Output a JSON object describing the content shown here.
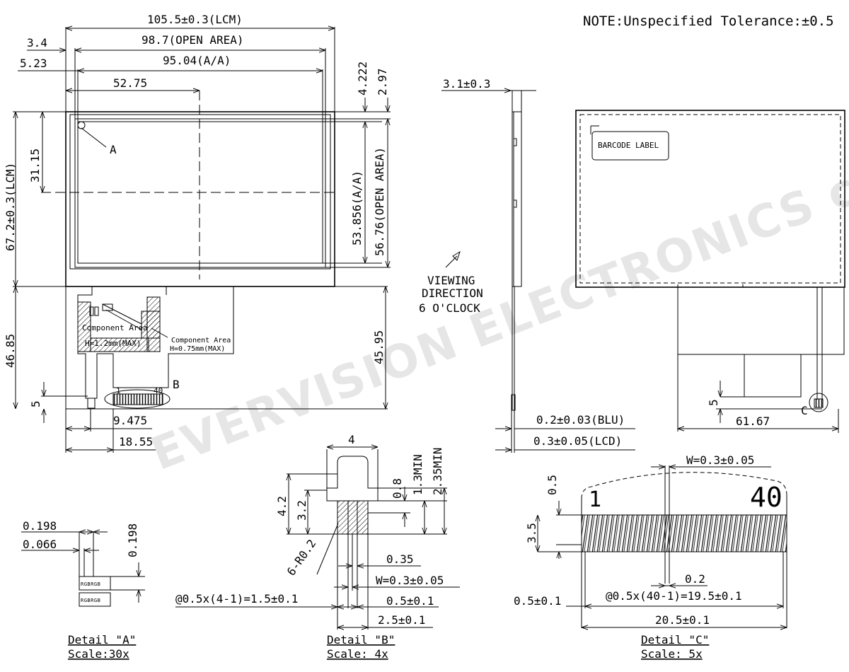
{
  "note": "NOTE:Unspecified Tolerance:±0.5",
  "watermark": "EVERVISION ELECTRONICS co., LTD",
  "front_view": {
    "dims": {
      "lcm_width": "105.5±0.3(LCM)",
      "open_area_width": "98.7(OPEN AREA)",
      "aa_width": "95.04(A/A)",
      "offset_3_4": "3.4",
      "offset_5_23": "5.23",
      "center_52_75": "52.75",
      "top_4_222": "4.222",
      "top_2_97": "2.97",
      "center_31_15": "31.15",
      "lcm_height": "67.2±0.3(LCM)",
      "aa_height": "53.856(A/A)",
      "open_area_height": "56.76(OPEN AREA)",
      "fpc_45_95": "45.95",
      "fpc_46_85": "46.85",
      "fpc_5": "5",
      "fpc_9_475": "9.475",
      "fpc_18_55": "18.55"
    },
    "labels": {
      "detail_a": "A",
      "detail_b": "B",
      "pin_1": "1",
      "pin_40": "40",
      "component_area_1": "Component Area",
      "component_h1": "H=1.2mm(MAX)",
      "component_area_2": "Component Area",
      "component_h2": "H=0.75mm(MAX)"
    }
  },
  "side_view": {
    "thickness": "3.1±0.3",
    "blu": "0.2±0.03(BLU)",
    "lcd": "0.3±0.05(LCD)",
    "viewing_line1": "VIEWING",
    "viewing_line2": "DIRECTION",
    "viewing_line3": "6 O'CLOCK"
  },
  "back_view": {
    "barcode_label": "BARCODE LABEL",
    "dim_5": "5",
    "dim_61_67": "61.67",
    "detail_c": "C"
  },
  "detail_a": {
    "title": "Detail \"A\"",
    "scale": "Scale:30x",
    "d1": "0.198",
    "d2": "0.066",
    "d3": "0.198",
    "pixel_row": "RGBRGB"
  },
  "detail_b": {
    "title": "Detail \"B\"",
    "scale": "Scale: 4x",
    "w4": "4",
    "h4_2": "4.2",
    "h3_2": "3.2",
    "v0_8": "0.8",
    "v1_3": "1.3MIN",
    "v2_35": "2.35MIN",
    "radius": "6-R0.2",
    "d0_35": "0.35",
    "w": "W=0.3±0.05",
    "pitch": "@0.5x(4-1)=1.5±0.1",
    "d0_5": "0.5±0.1",
    "d2_5": "2.5±0.1"
  },
  "detail_c": {
    "title": "Detail \"C\"",
    "scale": "Scale: 5x",
    "w": "W=0.3±0.05",
    "h0_5": "0.5",
    "h3_5": "3.5",
    "pin_1": "1",
    "pin_40": "40",
    "d0_2": "0.2",
    "pitch": "@0.5x(40-1)=19.5±0.1",
    "d0_5": "0.5±0.1",
    "d20_5": "20.5±0.1"
  }
}
